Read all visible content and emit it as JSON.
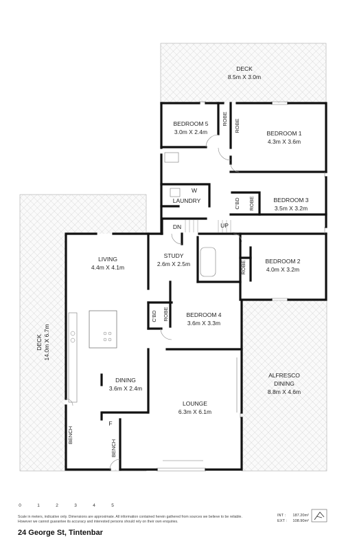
{
  "rooms": {
    "deck_top": {
      "name": "DECK",
      "dims": "8.5m X 3.0m"
    },
    "bedroom5": {
      "name": "BEDROOM 5",
      "dims": "3.0m X 2.4m"
    },
    "bedroom1": {
      "name": "BEDROOM 1",
      "dims": "4.3m X 3.6m"
    },
    "bedroom3": {
      "name": "BEDROOM 3",
      "dims": "3.5m X 3.2m"
    },
    "bedroom2": {
      "name": "BEDROOM 2",
      "dims": "4.0m X 3.2m"
    },
    "bedroom4": {
      "name": "BEDROOM 4",
      "dims": "3.6m X 3.3m"
    },
    "living": {
      "name": "LIVING",
      "dims": "4.4m X 4.1m"
    },
    "study": {
      "name": "STUDY",
      "dims": "2.6m X 2.5m"
    },
    "dining": {
      "name": "DINING",
      "dims": "3.6m X 2.4m"
    },
    "lounge": {
      "name": "LOUNGE",
      "dims": "6.3m X 6.1m"
    },
    "alfresco": {
      "name1": "ALFRESCO",
      "name2": "DINING",
      "dims": "8.8m X 4.6m"
    },
    "deck_left": {
      "name": "DECK",
      "dims": "14.0m X 6.7m"
    }
  },
  "labels": {
    "robe": "ROBE",
    "cbd": "C'BD",
    "laundry": "LAUNDRY",
    "w": "W",
    "dn": "DN",
    "up": "UP",
    "bench": "BENCH",
    "f": "F"
  },
  "scale": {
    "ticks": [
      "0",
      "1",
      "2",
      "3",
      "4",
      "5"
    ]
  },
  "disclaimer": "Scale in meters, indicative only. Dimensions are approximate. All information contained herein gathered from sources we believe to be reliable. However we cannot guarantee its accuracy and interested persons should rely on their own enquiries.",
  "area": {
    "int_label": "INT :",
    "int_value": "187.20m²",
    "ext_label": "EXT :",
    "ext_value": "108.90m²"
  },
  "address": "24 George St, Tintenbar"
}
